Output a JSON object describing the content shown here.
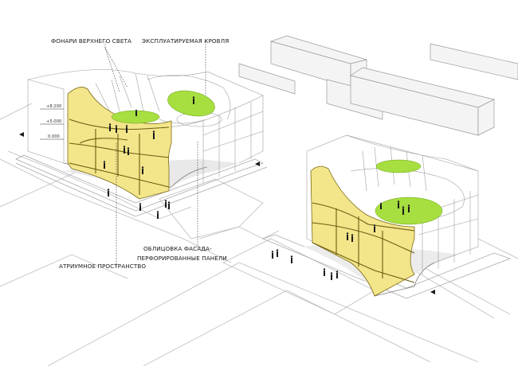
{
  "labels": {
    "skylights": "ФОНАРИ ВЕРХНЕГО СВЕТА",
    "roof": "ЭКСПЛУАТИРУЕМАЯ КРОВЛЯ",
    "atrium": "АТРИУМНОЕ ПРОСТРАНСТВО",
    "facade_line1": "ОБЛИЦОВКА ФАСАДА-",
    "facade_line2": "ПЕРФОРИРОВАННЫЕ ПАНЕЛИ"
  },
  "levels": {
    "top": "+8.200",
    "mid": "+5.000",
    "ground": "0.000"
  },
  "colors": {
    "atrium_fill": "#f3e58a",
    "roof_green": "#a6df3f",
    "context_line": "#bdbdbd"
  }
}
